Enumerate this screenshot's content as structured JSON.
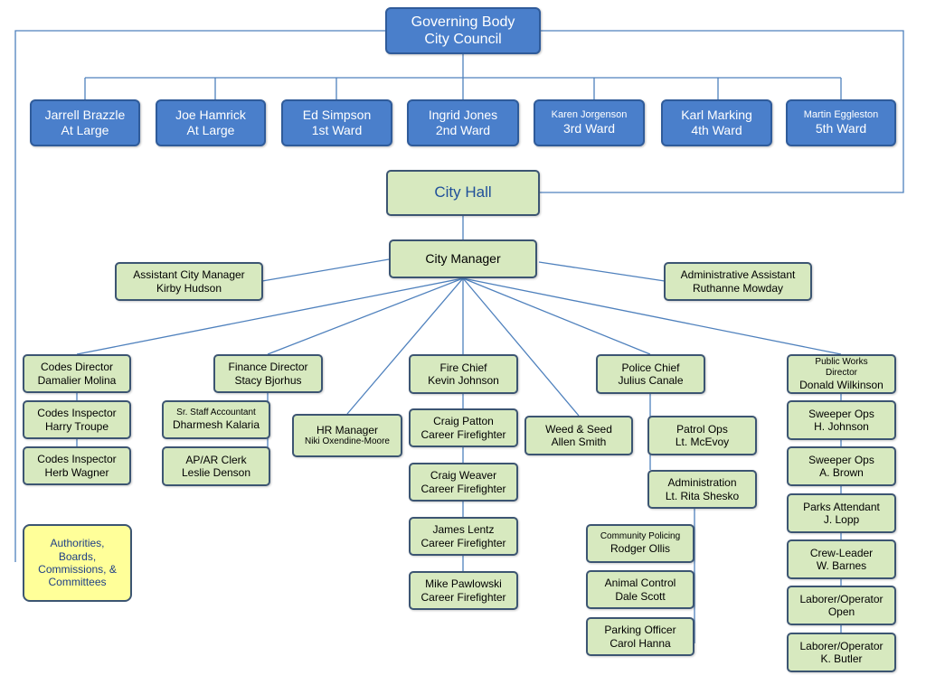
{
  "governing_body": {
    "line1": "Governing Body",
    "line2": "City Council"
  },
  "council_members": [
    {
      "name": "Jarrell Brazzle",
      "role": "At Large"
    },
    {
      "name": "Joe Hamrick",
      "role": "At Large"
    },
    {
      "name": "Ed Simpson",
      "role": "1st Ward"
    },
    {
      "name": "Ingrid Jones",
      "role": "2nd Ward"
    },
    {
      "name": "Karen Jorgenson",
      "role": "3rd Ward"
    },
    {
      "name": "Karl Marking",
      "role": "4th Ward"
    },
    {
      "name": "Martin Eggleston",
      "role": "5th Ward"
    }
  ],
  "city_hall": "City Hall",
  "city_manager": "City Manager",
  "assistant_city_manager": {
    "title": "Assistant City Manager",
    "name": "Kirby Hudson"
  },
  "administrative_assistant": {
    "title": "Administrative Assistant",
    "name": "Ruthanne Mowday"
  },
  "codes": {
    "director": {
      "title": "Codes Director",
      "name": "Damalier Molina"
    },
    "staff": [
      {
        "title": "Codes Inspector",
        "name": "Harry Troupe"
      },
      {
        "title": "Codes Inspector",
        "name": "Herb Wagner"
      }
    ]
  },
  "authorities": "Authorities, Boards, Commissions, & Committees",
  "finance": {
    "director": {
      "title": "Finance Director",
      "name": "Stacy Bjorhus"
    },
    "staff": [
      {
        "title": "Sr. Staff Accountant",
        "name": "Dharmesh Kalaria"
      },
      {
        "title": "AP/AR Clerk",
        "name": "Leslie  Denson"
      }
    ]
  },
  "hr_manager": {
    "title": "HR Manager",
    "name": "Niki Oxendine-Moore"
  },
  "fire": {
    "chief": {
      "title": "Fire Chief",
      "name": "Kevin Johnson"
    },
    "staff": [
      {
        "name": "Craig Patton",
        "title": "Career Firefighter"
      },
      {
        "name": "Craig Weaver",
        "title": "Career Firefighter"
      },
      {
        "name": "James Lentz",
        "title": "Career Firefighter"
      },
      {
        "name": "Mike Pawlowski",
        "title": "Career Firefighter"
      }
    ]
  },
  "weed_seed": {
    "title": "Weed & Seed",
    "name": "Allen Smith"
  },
  "police": {
    "chief": {
      "title": "Police Chief",
      "name": "Julius Canale"
    },
    "patrol": {
      "title": "Patrol Ops",
      "name": "Lt. McEvoy"
    },
    "administration": {
      "title": "Administration",
      "name": "Lt. Rita Shesko"
    },
    "staff": [
      {
        "title": "Community Policing",
        "name": "Rodger Ollis"
      },
      {
        "title": "Animal Control",
        "name": "Dale Scott"
      },
      {
        "title": "Parking Officer",
        "name": "Carol Hanna"
      }
    ]
  },
  "public_works": {
    "director": {
      "title": "Public Works Director",
      "name": "Donald Wilkinson"
    },
    "staff": [
      {
        "title": "Sweeper Ops",
        "name": "H. Johnson"
      },
      {
        "title": "Sweeper Ops",
        "name": "A. Brown"
      },
      {
        "title": "Parks Attendant",
        "name": "J. Lopp"
      },
      {
        "title": "Crew-Leader",
        "name": "W. Barnes"
      },
      {
        "title": "Laborer/Operator",
        "name": "Open"
      },
      {
        "title": "Laborer/Operator",
        "name": "K. Butler"
      }
    ]
  },
  "colors": {
    "council_fill": "#4a7fcb",
    "staff_fill": "#d7e9bf",
    "committee_fill": "#ffff99",
    "connector": "#4f81bd"
  }
}
